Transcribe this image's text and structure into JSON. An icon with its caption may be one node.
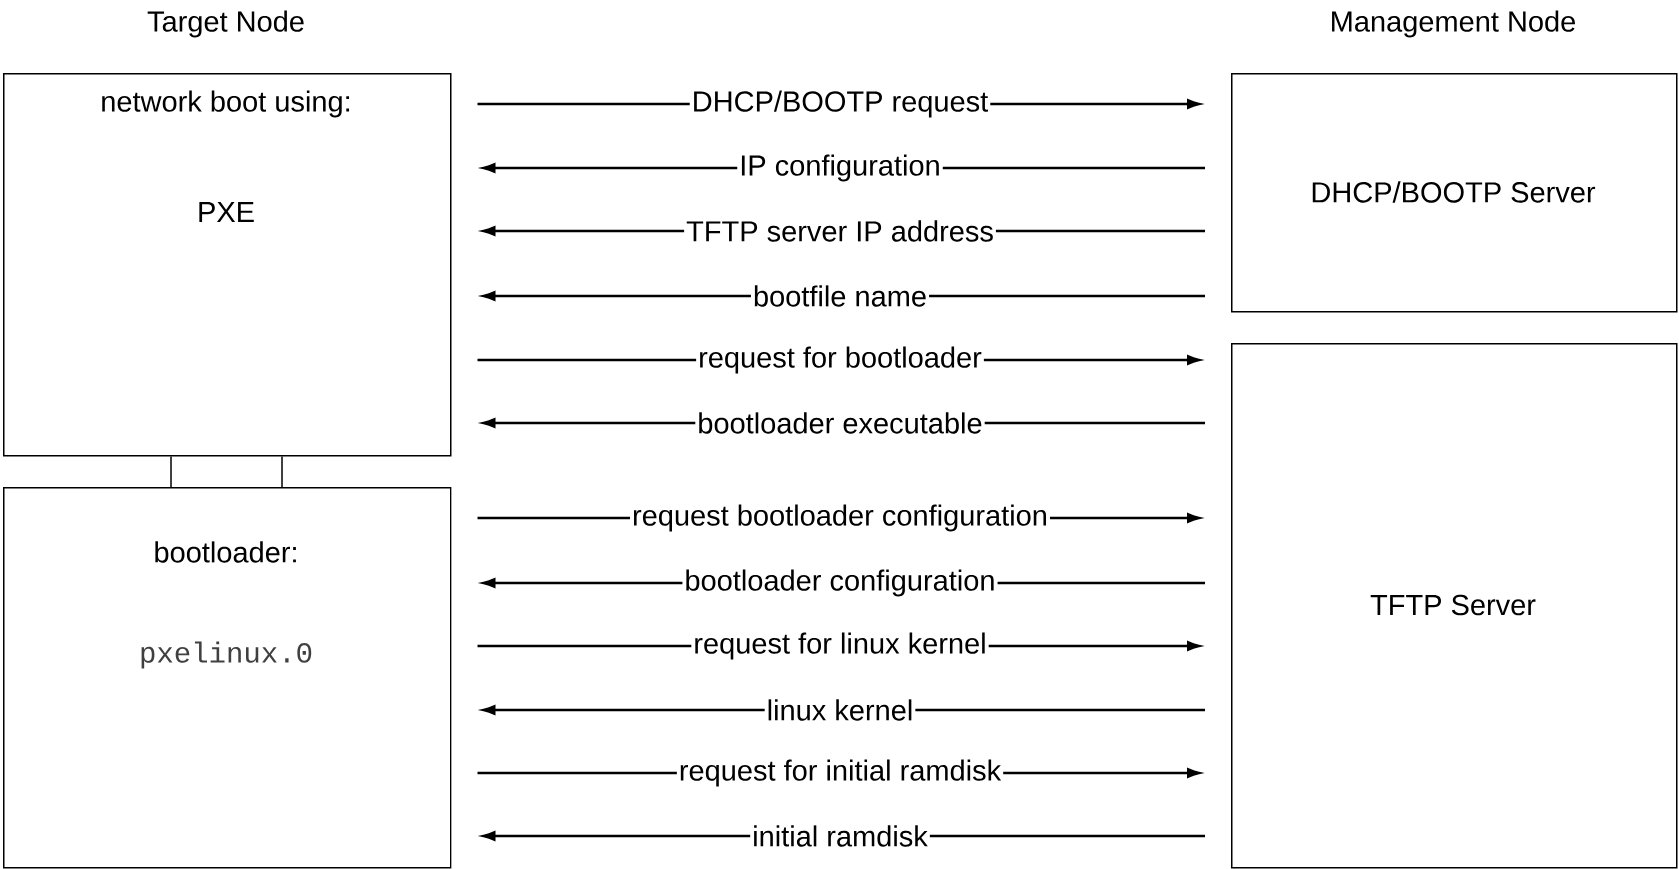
{
  "diagram": {
    "nodes": [
      {
        "text": [
          "network boot using:",
          "PXE"
        ]
      },
      {
        "text": [
          "bootloader:",
          "pxelinux.0"
        ]
      },
      {
        "text": [
          "DHCP/BOOTP Server"
        ]
      },
      {
        "text": [
          "TFTP Server"
        ]
      }
    ],
    "edges": [
      {
        "from": 0,
        "to": 2,
        "arrow": "to",
        "label": "DHCP/BOOTP request"
      },
      {
        "from": 2,
        "to": 0,
        "arrow": "to",
        "label": "IP configuration"
      },
      {
        "from": 2,
        "to": 0,
        "arrow": "to",
        "label": "TFTP server IP address"
      },
      {
        "from": 2,
        "to": 0,
        "arrow": "to",
        "label": "bootfile name"
      },
      {
        "from": 0,
        "to": 3,
        "arrow": "to",
        "label": "request for bootloader"
      },
      {
        "from": 3,
        "to": 0,
        "arrow": "to",
        "label": "bootloader executable"
      },
      {
        "from": 1,
        "to": 3,
        "arrow": "to",
        "label": "request bootloader configuration"
      },
      {
        "from": 3,
        "to": 1,
        "arrow": "to",
        "label": "bootloader configuration"
      },
      {
        "from": 1,
        "to": 3,
        "arrow": "to",
        "label": "request for linux kernel"
      },
      {
        "from": 3,
        "to": 1,
        "arrow": "to",
        "label": "linux kernel"
      },
      {
        "from": 1,
        "to": 3,
        "arrow": "to",
        "label": "request for initial ramdisk"
      },
      {
        "from": 3,
        "to": 1,
        "arrow": "to",
        "label": "initial ramdisk"
      },
      {
        "from": 0,
        "to": 1,
        "arrow": "none"
      },
      {
        "from": 0,
        "to": 1,
        "arrow": "none"
      }
    ],
    "labels": [
      "Target Node",
      "Management Node"
    ]
  }
}
